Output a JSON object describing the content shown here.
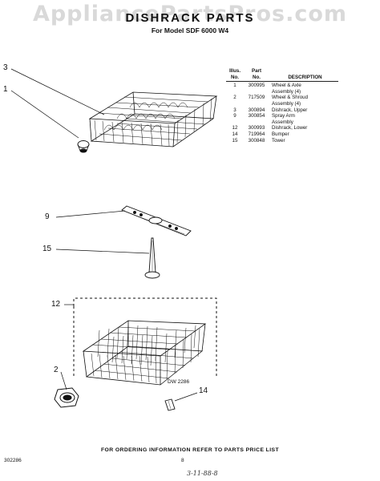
{
  "watermark": "AppliancePartsPros.com",
  "title": "DISHRACK PARTS",
  "subtitle": "For Model SDF 6000 W4",
  "parts_table": {
    "headers": {
      "illus_line1": "Illus.",
      "illus_line2": "No.",
      "part_line1": "Part",
      "part_line2": "No.",
      "description": "DESCRIPTION"
    },
    "rows": [
      {
        "illus": "1",
        "part": "300995",
        "desc": [
          "Wheel & Axle",
          "Assembly (4)"
        ]
      },
      {
        "illus": "2",
        "part": "717509",
        "desc": [
          "Wheel & Shroud",
          "Assembly (4)"
        ]
      },
      {
        "illus": "3",
        "part": "300894",
        "desc": [
          "Dishrack, Upper"
        ]
      },
      {
        "illus": "9",
        "part": "300854",
        "desc": [
          "Spray Arm",
          "Assembly"
        ]
      },
      {
        "illus": "12",
        "part": "300993",
        "desc": [
          "Dishrack, Lower"
        ]
      },
      {
        "illus": "14",
        "part": "719964",
        "desc": [
          "Bumper"
        ]
      },
      {
        "illus": "15",
        "part": "300848",
        "desc": [
          "Tower"
        ]
      }
    ]
  },
  "callouts": {
    "c3": "3",
    "c1": "1",
    "c9": "9",
    "c15": "15",
    "c12": "12",
    "c2": "2",
    "c14": "14"
  },
  "drawing_number": "DW 2286",
  "footer": "FOR ORDERING INFORMATION REFER TO PARTS PRICE LIST",
  "page_number": "8",
  "doc_number": "302286",
  "handwritten_note": "3-11-88-8"
}
